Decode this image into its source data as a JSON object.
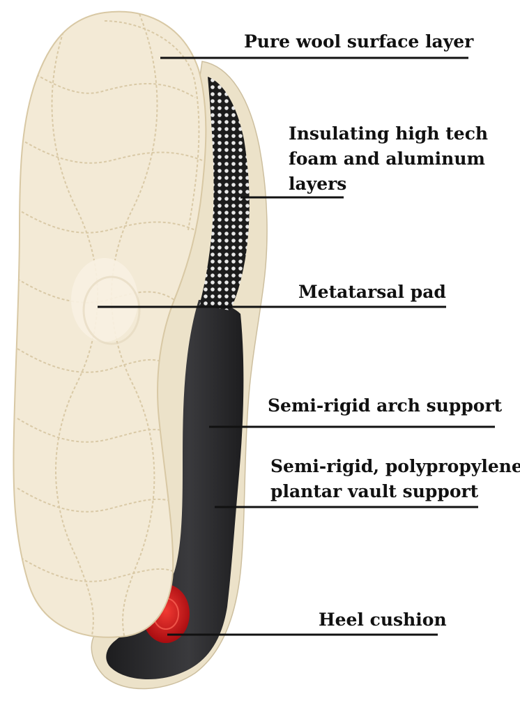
{
  "diagram": {
    "colors": {
      "background": "#ffffff",
      "wool": "#f3ead6",
      "wool_stitch": "#d9c9a6",
      "base_black": "#2a2a2c",
      "foam_mesh": "#1c1c1c",
      "heel_red": "#d3171a",
      "leader_line": "#111111",
      "text": "#111111"
    },
    "labels": [
      {
        "name": "pure-wool-label",
        "lines": [
          "Pure wool surface layer"
        ]
      },
      {
        "name": "insulating-foam-label",
        "lines": [
          "Insulating high tech",
          "foam and aluminum",
          "layers"
        ]
      },
      {
        "name": "metatarsal-pad-label",
        "lines": [
          "Metatarsal pad"
        ]
      },
      {
        "name": "arch-support-label",
        "lines": [
          "Semi-rigid arch support"
        ]
      },
      {
        "name": "plantar-vault-label",
        "lines": [
          "Semi-rigid, polypropylene",
          "plantar vault support"
        ]
      },
      {
        "name": "heel-cushion-label",
        "lines": [
          "Heel cushion"
        ]
      }
    ]
  }
}
